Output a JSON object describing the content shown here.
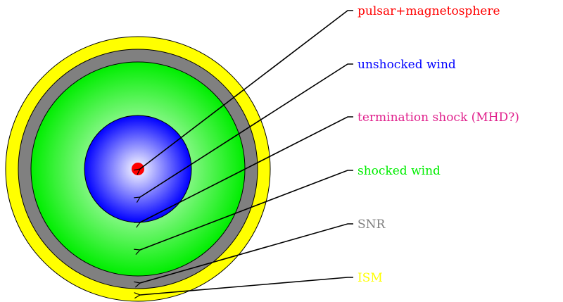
{
  "diagram": {
    "layers": [
      {
        "id": "ism",
        "label": "ISM",
        "color": "#ffff00"
      },
      {
        "id": "snr",
        "label": "SNR",
        "color": "#808080"
      },
      {
        "id": "shocked-wind",
        "label": "shocked wind",
        "color": "#00ee00"
      },
      {
        "id": "termination-shock",
        "label": "termination shock (MHD?)",
        "color": "#e0208c"
      },
      {
        "id": "unshocked-wind",
        "label": "unshocked wind",
        "color": "#0000ff"
      },
      {
        "id": "pulsar",
        "label": "pulsar+magnetosphere",
        "color": "#ff0000"
      }
    ]
  }
}
